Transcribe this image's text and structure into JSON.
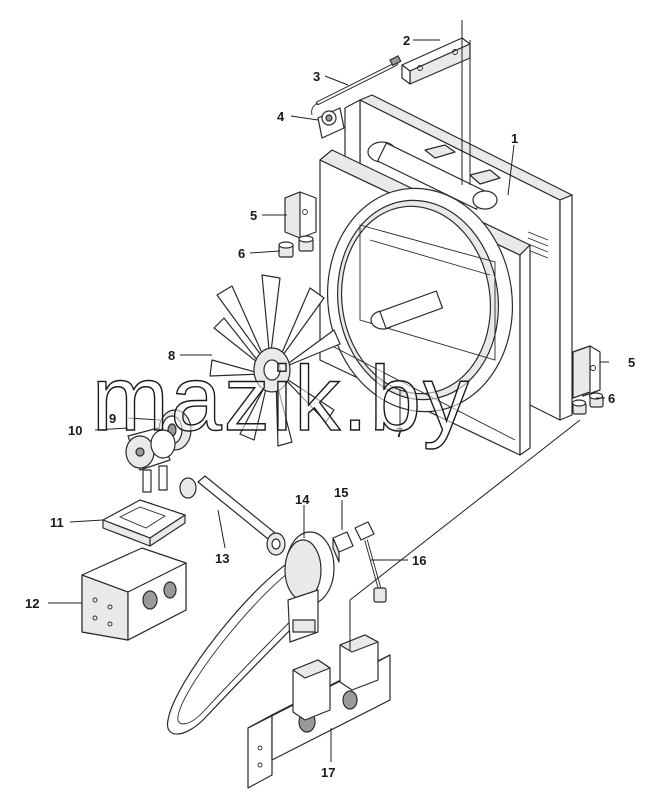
{
  "figure": {
    "kind": "exploded parts diagram",
    "colors": {
      "line": "#2b2b2b",
      "fill": "#ffffff",
      "shade": "#e9e9e9",
      "dark": "#9a9a9a"
    }
  },
  "callouts": {
    "c1": "1",
    "c2": "2",
    "c3": "3",
    "c4": "4",
    "c5a": "5",
    "c5b": "5",
    "c6a": "6",
    "c6b": "6",
    "c7": "7",
    "c8": "8",
    "c9": "9",
    "c10": "10",
    "c11": "11",
    "c12": "12",
    "c13": "13",
    "c14": "14",
    "c15": "15",
    "c16": "16",
    "c17": "17"
  },
  "watermark": {
    "text": "mazik.by"
  }
}
